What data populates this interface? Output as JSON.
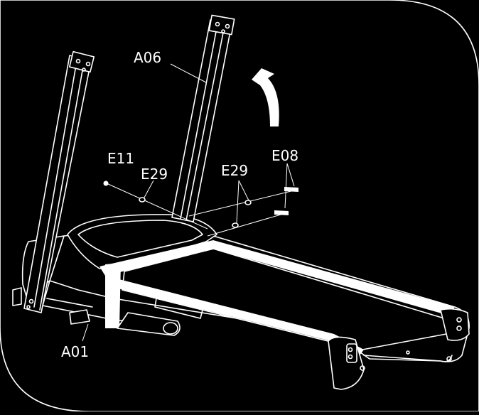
{
  "labels": {
    "a06": "A06",
    "e11": "E11",
    "e29_left": "E29",
    "e29_right": "E29",
    "e08": "E08",
    "a01": "A01"
  },
  "colors": {
    "background": "#000000",
    "ink": "#ffffff"
  },
  "icons": {
    "rotate_arrow": "curved-arrow-up-left-icon"
  }
}
